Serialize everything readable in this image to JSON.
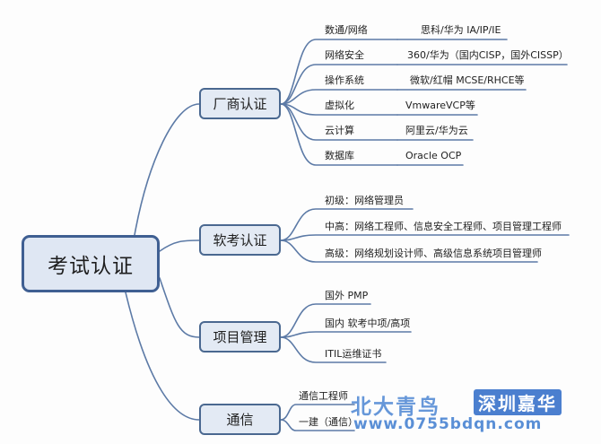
{
  "root": {
    "label": "考试认证"
  },
  "branches": [
    {
      "label": "厂商认证",
      "leaves": [
        {
          "key": "数通/网络",
          "value": "思科/华为 IA/IP/IE"
        },
        {
          "key": "网络安全",
          "value": "360/华为（国内CISP，国外CISSP）"
        },
        {
          "key": "操作系统",
          "value": "微软/红帽 MCSE/RHCE等"
        },
        {
          "key": "虚拟化",
          "value": "VmwareVCP等"
        },
        {
          "key": "云计算",
          "value": "阿里云/华为云"
        },
        {
          "key": "数据库",
          "value": "Oracle OCP"
        }
      ]
    },
    {
      "label": "软考认证",
      "leaves": [
        {
          "text": "初级：网络管理员"
        },
        {
          "text": "中高：网络工程师、信息安全工程师、项目管理工程师"
        },
        {
          "text": "高级：网络规划设计师、高级信息系统项目管理师"
        }
      ]
    },
    {
      "label": "项目管理",
      "leaves": [
        {
          "text": "国外 PMP"
        },
        {
          "text": "国内 软考中项/高项"
        },
        {
          "text": "ITIL运维证书"
        }
      ]
    },
    {
      "label": "通信",
      "leaves": [
        {
          "text": "通信工程师"
        },
        {
          "text": "一建（通信）"
        }
      ]
    }
  ],
  "watermark": {
    "brand": "北大青鸟",
    "city": "深圳嘉华",
    "url": "www.0755bdqn.com"
  },
  "colors": {
    "line": "#5c7aa6",
    "node_fill": "#e3eaf4",
    "node_border": "#4a6890"
  }
}
